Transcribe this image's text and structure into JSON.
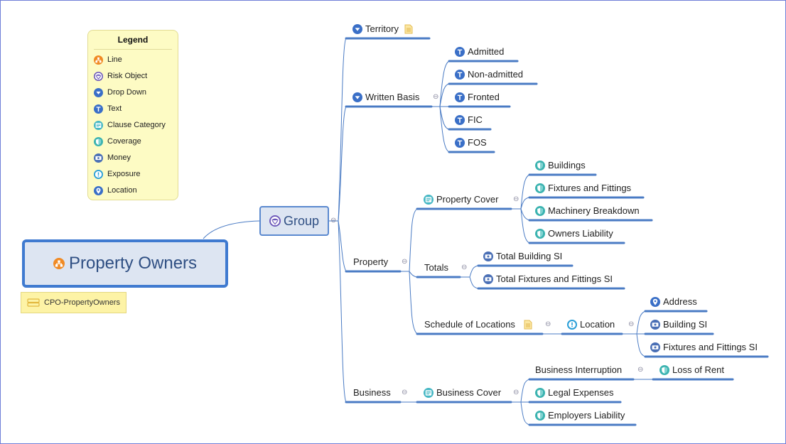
{
  "legend": {
    "title": "Legend",
    "items": [
      {
        "label": "Line",
        "icon": "line-icon"
      },
      {
        "label": "Risk Object",
        "icon": "risk-object-icon"
      },
      {
        "label": "Drop Down",
        "icon": "drop-down-icon"
      },
      {
        "label": "Text",
        "icon": "text-icon"
      },
      {
        "label": "Clause Category",
        "icon": "clause-category-icon"
      },
      {
        "label": "Coverage",
        "icon": "coverage-icon"
      },
      {
        "label": "Money",
        "icon": "money-icon"
      },
      {
        "label": "Exposure",
        "icon": "exposure-icon"
      },
      {
        "label": "Location",
        "icon": "location-icon"
      }
    ]
  },
  "root": {
    "label": "Property Owners",
    "icon": "line-icon",
    "tag": "CPO-PropertyOwners"
  },
  "group": {
    "label": "Group",
    "icon": "risk-object-icon"
  },
  "nodes": {
    "territory": {
      "label": "Territory",
      "icon": "drop-down-icon"
    },
    "written_basis": {
      "label": "Written Basis",
      "icon": "drop-down-icon"
    },
    "admitted": {
      "label": "Admitted",
      "icon": "text-icon"
    },
    "non_admitted": {
      "label": "Non-admitted",
      "icon": "text-icon"
    },
    "fronted": {
      "label": "Fronted",
      "icon": "text-icon"
    },
    "fic": {
      "label": "FIC",
      "icon": "text-icon"
    },
    "fos": {
      "label": "FOS",
      "icon": "text-icon"
    },
    "property": {
      "label": "Property"
    },
    "property_cover": {
      "label": "Property Cover",
      "icon": "clause-category-icon"
    },
    "buildings": {
      "label": "Buildings",
      "icon": "coverage-icon"
    },
    "fixtures_fittings": {
      "label": "Fixtures and Fittings",
      "icon": "coverage-icon"
    },
    "machinery_breakdown": {
      "label": "Machinery Breakdown",
      "icon": "coverage-icon"
    },
    "owners_liability": {
      "label": "Owners Liability",
      "icon": "coverage-icon"
    },
    "totals": {
      "label": "Totals"
    },
    "total_building_si": {
      "label": "Total Building SI",
      "icon": "money-icon"
    },
    "total_ff_si": {
      "label": "Total Fixtures and Fittings SI",
      "icon": "money-icon"
    },
    "schedule_locations": {
      "label": "Schedule of Locations"
    },
    "location": {
      "label": "Location",
      "icon": "exposure-icon"
    },
    "address": {
      "label": "Address",
      "icon": "location-icon"
    },
    "building_si": {
      "label": "Building SI",
      "icon": "money-icon"
    },
    "ff_si": {
      "label": "Fixtures and Fittings SI",
      "icon": "money-icon"
    },
    "business": {
      "label": "Business"
    },
    "business_cover": {
      "label": "Business Cover",
      "icon": "clause-category-icon"
    },
    "business_interruption": {
      "label": "Business Interruption"
    },
    "loss_of_rent": {
      "label": "Loss of Rent",
      "icon": "coverage-icon"
    },
    "legal_expenses": {
      "label": "Legal Expenses",
      "icon": "coverage-icon"
    },
    "employers_liability": {
      "label": "Employers Liability",
      "icon": "coverage-icon"
    }
  },
  "colors": {
    "connector": "#4a7bc4",
    "root_border": "#3f7ad0",
    "root_fill": "#dde5f2",
    "legend_fill": "#fdfbc4",
    "note": "#f3cd5d"
  }
}
